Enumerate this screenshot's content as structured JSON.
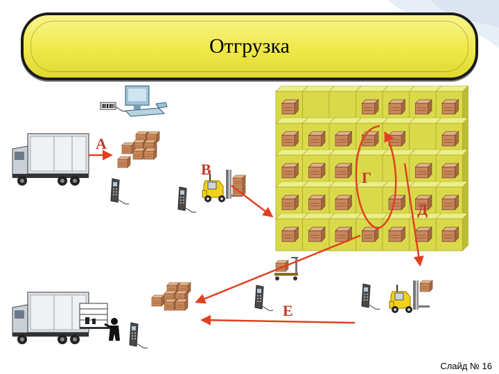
{
  "title": "Отгрузка",
  "labels": {
    "a": "А",
    "b": "В",
    "g": "Г",
    "d": "Д",
    "e": "Е"
  },
  "slide_number": "Слайд № 16",
  "warehouse": {
    "rows": 5,
    "cols": 7,
    "box_pattern": [
      [
        1,
        0,
        0,
        1,
        1,
        1,
        1
      ],
      [
        1,
        1,
        1,
        1,
        1,
        0,
        1
      ],
      [
        1,
        1,
        1,
        0,
        0,
        1,
        1
      ],
      [
        1,
        1,
        1,
        0,
        1,
        1,
        1
      ],
      [
        1,
        1,
        1,
        1,
        1,
        1,
        1
      ]
    ]
  },
  "colors": {
    "accent_label": "#c0392b",
    "arrow": "#e04020",
    "rack": "#d9d94a",
    "box": "#c8875a",
    "title_fill": "#efe94a"
  }
}
